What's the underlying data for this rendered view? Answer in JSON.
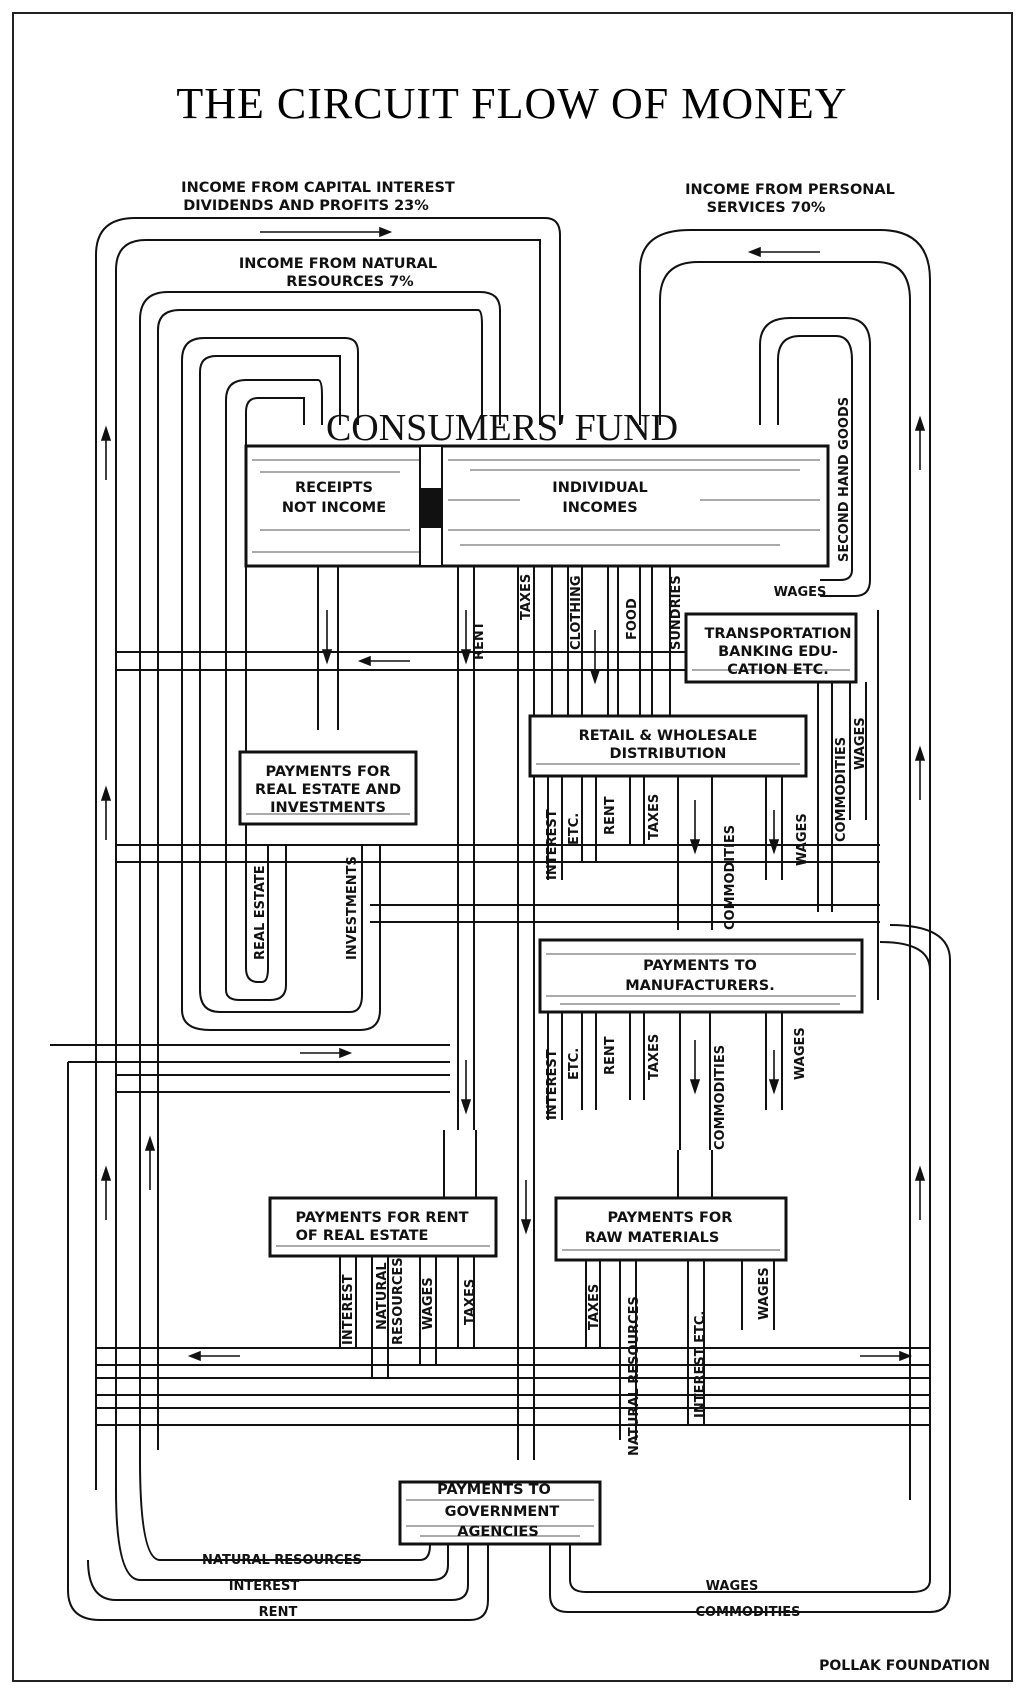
{
  "title": "THE CIRCUIT FLOW OF MONEY",
  "top_labels": {
    "capital_income_line1": "INCOME FROM CAPITAL INTEREST",
    "capital_income_line2": "DIVIDENDS AND PROFITS 23%",
    "personal_services_line1": "INCOME FROM PERSONAL",
    "personal_services_line2": "SERVICES 70%",
    "natural_resources_line1": "INCOME FROM NATURAL",
    "natural_resources_line2": "RESOURCES 7%"
  },
  "consumers_fund": {
    "title": "CONSUMERS' FUND",
    "receipts_line1": "RECEIPTS",
    "receipts_line2": "NOT INCOME",
    "incomes_line1": "INDIVIDUAL",
    "incomes_line2": "INCOMES",
    "second_hand": "SECOND HAND GOODS",
    "wages": "WAGES"
  },
  "consumer_outflows": {
    "rent": "RENT",
    "taxes": "TAXES",
    "clothing": "CLOTHING",
    "food": "FOOD",
    "sundries": "SUNDRIES"
  },
  "transportation": {
    "line1": "TRANSPORTATION",
    "line2": "BANKING EDU-",
    "line3": "CATION ETC.",
    "wages": "WAGES",
    "commodities": "COMMODITIES"
  },
  "retail": {
    "line1": "RETAIL & WHOLESALE",
    "line2": "DISTRIBUTION",
    "interest": "INTEREST",
    "etc": "ETC.",
    "rent": "RENT",
    "taxes": "TAXES",
    "commodities": "COMMODITIES",
    "wages": "WAGES"
  },
  "real_estate_payments": {
    "line1": "PAYMENTS FOR",
    "line2": "REAL ESTATE AND",
    "line3": "INVESTMENTS",
    "real_estate": "REAL ESTATE",
    "investments": "INVESTMENTS"
  },
  "manufacturers": {
    "line1": "PAYMENTS TO",
    "line2": "MANUFACTURERS.",
    "interest": "INTEREST",
    "etc": "ETC.",
    "rent": "RENT",
    "taxes": "TAXES",
    "commodities": "COMMODITIES",
    "wages": "WAGES"
  },
  "rent_payments": {
    "line1": "PAYMENTS FOR RENT",
    "line2": "OF REAL ESTATE",
    "interest": "INTEREST",
    "natural_line1": "NATURAL",
    "natural_line2": "RESOURCES",
    "wages": "WAGES",
    "taxes": "TAXES"
  },
  "raw_materials": {
    "line1": "PAYMENTS FOR",
    "line2": "RAW MATERIALS",
    "taxes": "TAXES",
    "natural": "NATURAL RESOURCES",
    "interest": "INTEREST ETC.",
    "wages": "WAGES"
  },
  "government": {
    "line1": "PAYMENTS TO",
    "line2": "GOVERNMENT",
    "line3": "AGENCIES"
  },
  "bottom_labels": {
    "natural_resources": "NATURAL RESOURCES",
    "interest": "INTEREST",
    "rent": "RENT",
    "wages": "WAGES",
    "commodities": "COMMODITIES"
  },
  "credit": "POLLAK FOUNDATION"
}
